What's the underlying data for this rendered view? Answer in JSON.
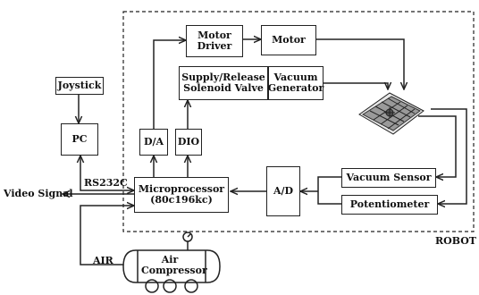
{
  "blocks": {
    "motor_driver": [
      "Motor",
      "Driver"
    ],
    "motor": "Motor",
    "supply_release": [
      "Supply/Release",
      "Solenoid Valve"
    ],
    "vacuum_generator": [
      "Vacuum",
      "Generator"
    ],
    "joystick": "Joystick",
    "pc": "PC",
    "da": "D/A",
    "dio": "DIO",
    "microprocessor": [
      "Microprocessor",
      "(80c196kc)"
    ],
    "ad": "A/D",
    "vacuum_sensor": "Vacuum Sensor",
    "potentiometer": "Potentiometer",
    "air_compressor": [
      "Air",
      "Compressor"
    ]
  },
  "labels": {
    "rs232c": "RS232C",
    "video_signal": "Video Signal",
    "air": "AIR",
    "robot": "ROBOT"
  }
}
